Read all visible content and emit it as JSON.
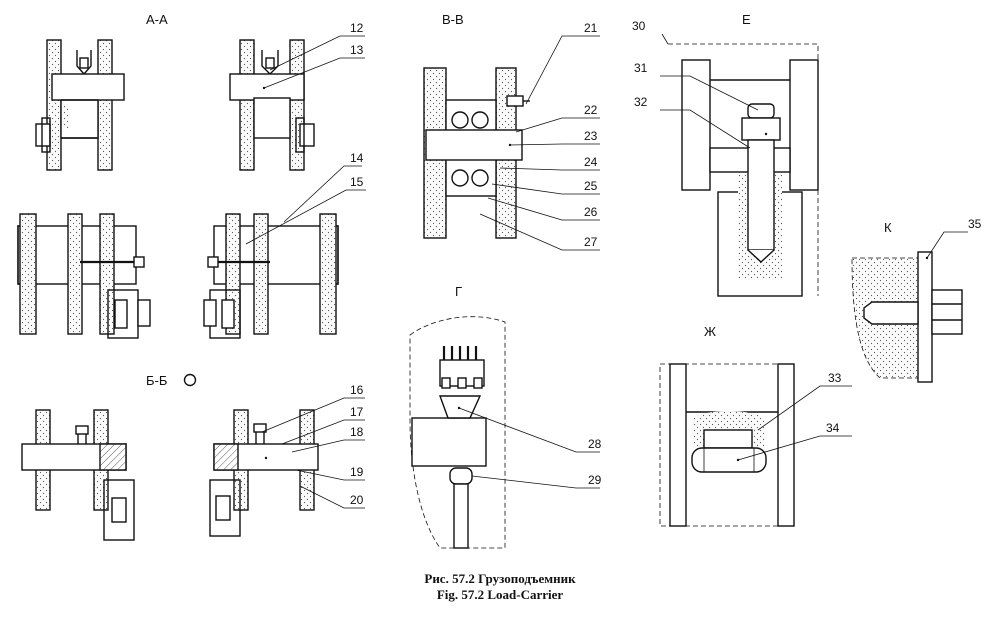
{
  "caption": {
    "line1": "Рис. 57.2 Грузоподъемник",
    "line2": "Fig. 57.2 Load-Carrier"
  },
  "sections": {
    "aa": "А-А",
    "bb": "Б-Б",
    "vv": "В-В",
    "g": "Г",
    "e": "Е",
    "zh": "Ж",
    "k": "К"
  },
  "callouts": [
    "12",
    "13",
    "14",
    "15",
    "16",
    "17",
    "18",
    "19",
    "20",
    "21",
    "22",
    "23",
    "24",
    "25",
    "26",
    "27",
    "28",
    "29",
    "30",
    "31",
    "32",
    "33",
    "34",
    "35"
  ]
}
